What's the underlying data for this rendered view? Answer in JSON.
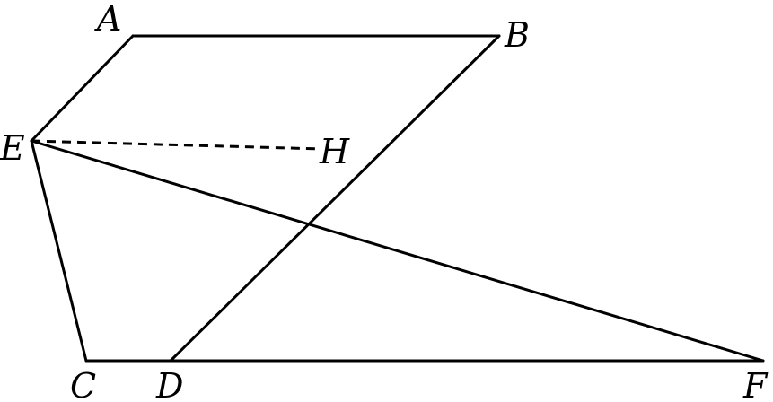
{
  "points": {
    "A": "A",
    "B": "B",
    "C": "C",
    "D": "D",
    "E": "E",
    "F": "F",
    "H": "H"
  },
  "colors": {
    "stroke": "#000000",
    "background": "#ffffff"
  }
}
